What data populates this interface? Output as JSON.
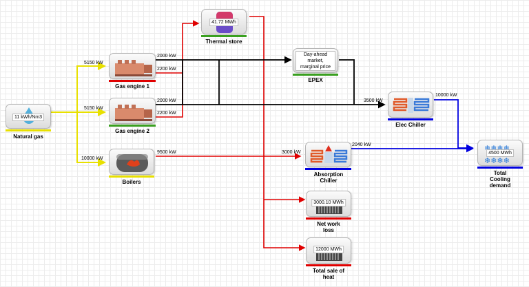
{
  "nodes": {
    "natural_gas": {
      "label": "Natural gas",
      "value": "11 kWh/Nm3"
    },
    "gas_engine_1": {
      "label": "Gas engine 1"
    },
    "gas_engine_2": {
      "label": "Gas engine 2"
    },
    "boilers": {
      "label": "Boilers"
    },
    "thermal_store": {
      "label": "Thermal store",
      "value": "41.72 MWh"
    },
    "epex": {
      "label": "EPEX",
      "value": "Day-ahead market, marginal price"
    },
    "elec_chiller": {
      "label": "Elec Chiller"
    },
    "absorption_chiller": {
      "label": "Absorption Chiller"
    },
    "total_cooling_demand": {
      "label": "Total Cooling demand",
      "value": "4500 MWh"
    },
    "net_work_loss": {
      "label": "Net work loss",
      "value": "3000.10 MWh"
    },
    "total_sale_of_heat": {
      "label": "Total sale of heat",
      "value": "12000 MWh"
    }
  },
  "flows": {
    "gas_to_engine1": "5150 kW",
    "gas_to_engine2": "5150 kW",
    "gas_to_boilers": "10000 kW",
    "engine1_power": "2000 kW",
    "engine1_heat": "2200 kW",
    "engine2_power": "2000 kW",
    "engine2_heat": "2200 kW",
    "boilers_heat": "9500 kW",
    "heat_to_absorption": "3000 kW",
    "absorption_cooling": "2040 kW",
    "power_to_elec_chiller": "3500 kW",
    "elec_chiller_cooling": "10000 kW"
  },
  "colors": {
    "fuel": "#e8e000",
    "heat": "#e00000",
    "power": "#000000",
    "cooling": "#0000e0"
  }
}
